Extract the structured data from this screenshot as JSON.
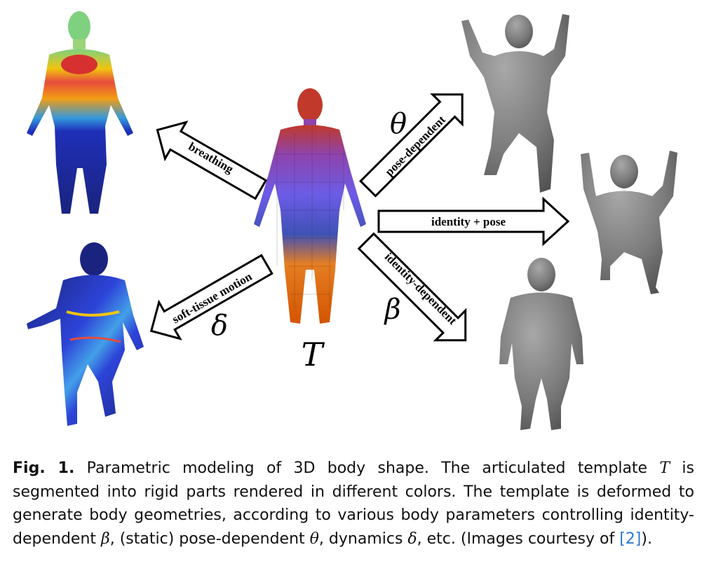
{
  "figure": {
    "arrow_labels": {
      "breathing": "breathing",
      "pose": "pose-dependent",
      "identity_pose": "identity + pose",
      "identity": "identity-dependent",
      "soft_tissue": "soft-tissue motion"
    },
    "symbols": {
      "theta": "θ",
      "beta": "β",
      "delta": "δ",
      "template": "T"
    }
  },
  "caption": {
    "label": "Fig. 1.",
    "text_1": " Parametric modeling of 3D body shape. The articulated template ",
    "T": "T",
    "text_2": " is segmented into rigid parts rendered in different colors. The template is deformed to generate body geometries, according to various body parameters controlling identity-dependent ",
    "beta": "β",
    "text_3": ", (static) pose-dependent ",
    "theta": "θ",
    "text_4": ", dynamics ",
    "delta": "δ",
    "text_5": ", etc. (Images courtesy of ",
    "ref": "[2]",
    "text_6": ")."
  }
}
